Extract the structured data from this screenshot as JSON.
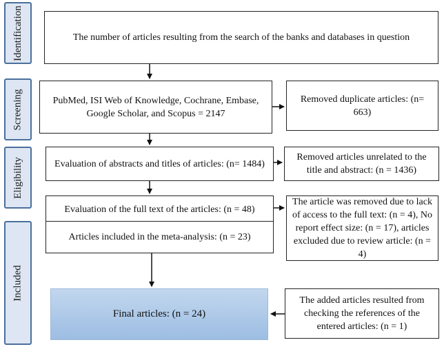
{
  "phases": {
    "identification": "Identification",
    "screening": "Screening",
    "eligibility": "Eligibility",
    "included": "Included"
  },
  "boxes": {
    "search": "The number of articles resulting from the search of the banks and databases in question",
    "databases": "PubMed, ISI Web of Knowledge, Cochrane, Embase, Google Scholar, and Scopus = 2147",
    "duplicates": "Removed duplicate articles: (n= 663)",
    "abstracts": "Evaluation of abstracts and titles of articles: (n= 1484)",
    "unrelated": "Removed articles unrelated to the title and abstract: (n = 1436)",
    "fulltext": "Evaluation of the full text of the articles: (n = 48)",
    "removed_fulltext": "The article was removed due to lack of access to the full text: (n = 4), No report effect size: (n = 17), articles excluded due to review article: (n = 4)",
    "included_meta": "Articles included in the meta-analysis: (n = 23)",
    "final": "Final articles: (n = 24)",
    "added": "The added articles resulted from checking the references of the entered articles: (n = 1)"
  },
  "colors": {
    "phase_fill": "#dde6f2",
    "phase_border": "#4a6f9c",
    "final_fill": "#a9c6e8"
  }
}
